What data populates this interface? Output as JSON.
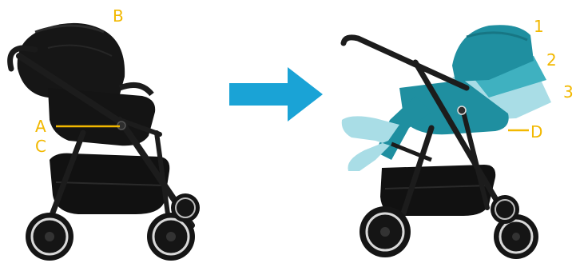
{
  "labels": {
    "a": "A",
    "b": "B",
    "c": "C",
    "d": "D",
    "one": "1",
    "two": "2",
    "three": "3"
  },
  "colors": {
    "label": "#f2b800",
    "arrow": "#1aa3d6",
    "frame": "#1c1c1c",
    "fabric_dark": "#161616",
    "fabric_teal": "#1f8fa0",
    "fabric_teal_light": "#3fb1c0",
    "fabric_pale": "#a9dde6",
    "tire_rim": "#d9d9d9"
  },
  "icons": {
    "arrow": "right-arrow-icon"
  }
}
